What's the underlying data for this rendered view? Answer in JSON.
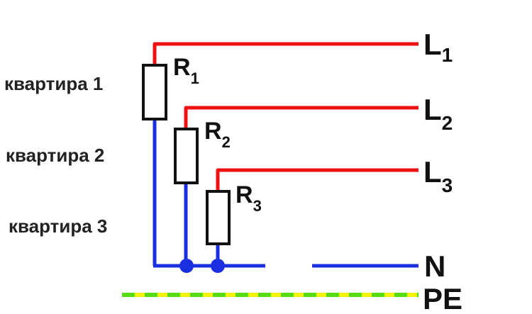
{
  "apartments": [
    {
      "label": "квартира 1"
    },
    {
      "label": "квартира 2"
    },
    {
      "label": "квартира 3"
    }
  ],
  "resistors": [
    {
      "letter": "R",
      "sub": "1"
    },
    {
      "letter": "R",
      "sub": "2"
    },
    {
      "letter": "R",
      "sub": "3"
    }
  ],
  "phases": [
    {
      "letter": "L",
      "sub": "1"
    },
    {
      "letter": "L",
      "sub": "2"
    },
    {
      "letter": "L",
      "sub": "3"
    }
  ],
  "neutral": {
    "label": "N"
  },
  "protective_earth": {
    "label": "PE"
  },
  "colors": {
    "phase": "#ee1111",
    "neutral": "#1a2fe0",
    "pe_green": "#55dd11",
    "pe_yellow": "#f2f200",
    "resistor_outline": "#111111",
    "text": "#111111"
  }
}
